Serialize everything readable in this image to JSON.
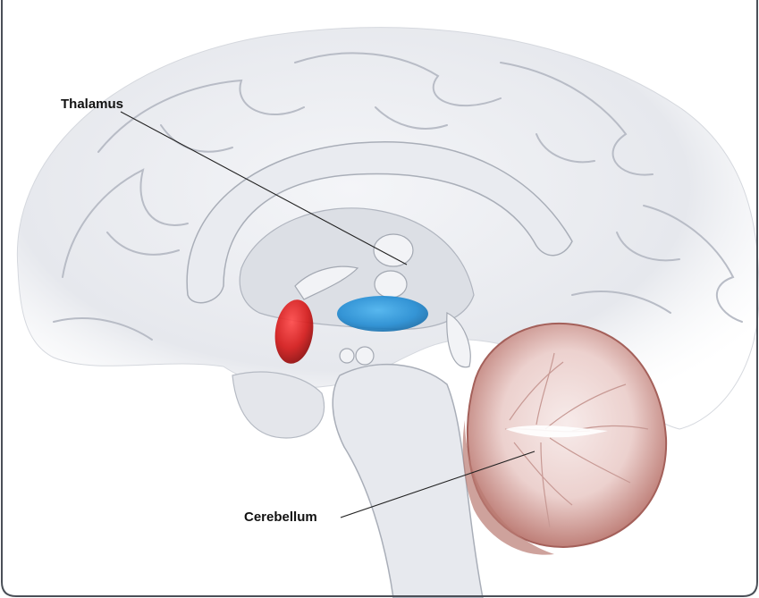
{
  "labels": {
    "thalamus": "Thalamus",
    "cerebellum": "Cerebellum"
  },
  "colors": {
    "background": "#ffffff",
    "brain_tissue": "#eceef2",
    "gyrus_line": "#b8bcc6",
    "red_marker": "#d01818",
    "blue_marker": "#1e88cf",
    "cerebellum": "#b06a62",
    "cerebellum_inner": "#f4e4e2",
    "frame": "#4a4f57",
    "leader_line": "#222222"
  },
  "icons": {
    "red_marker": "red-ellipse-highlight",
    "blue_marker": "blue-ellipse-highlight"
  }
}
